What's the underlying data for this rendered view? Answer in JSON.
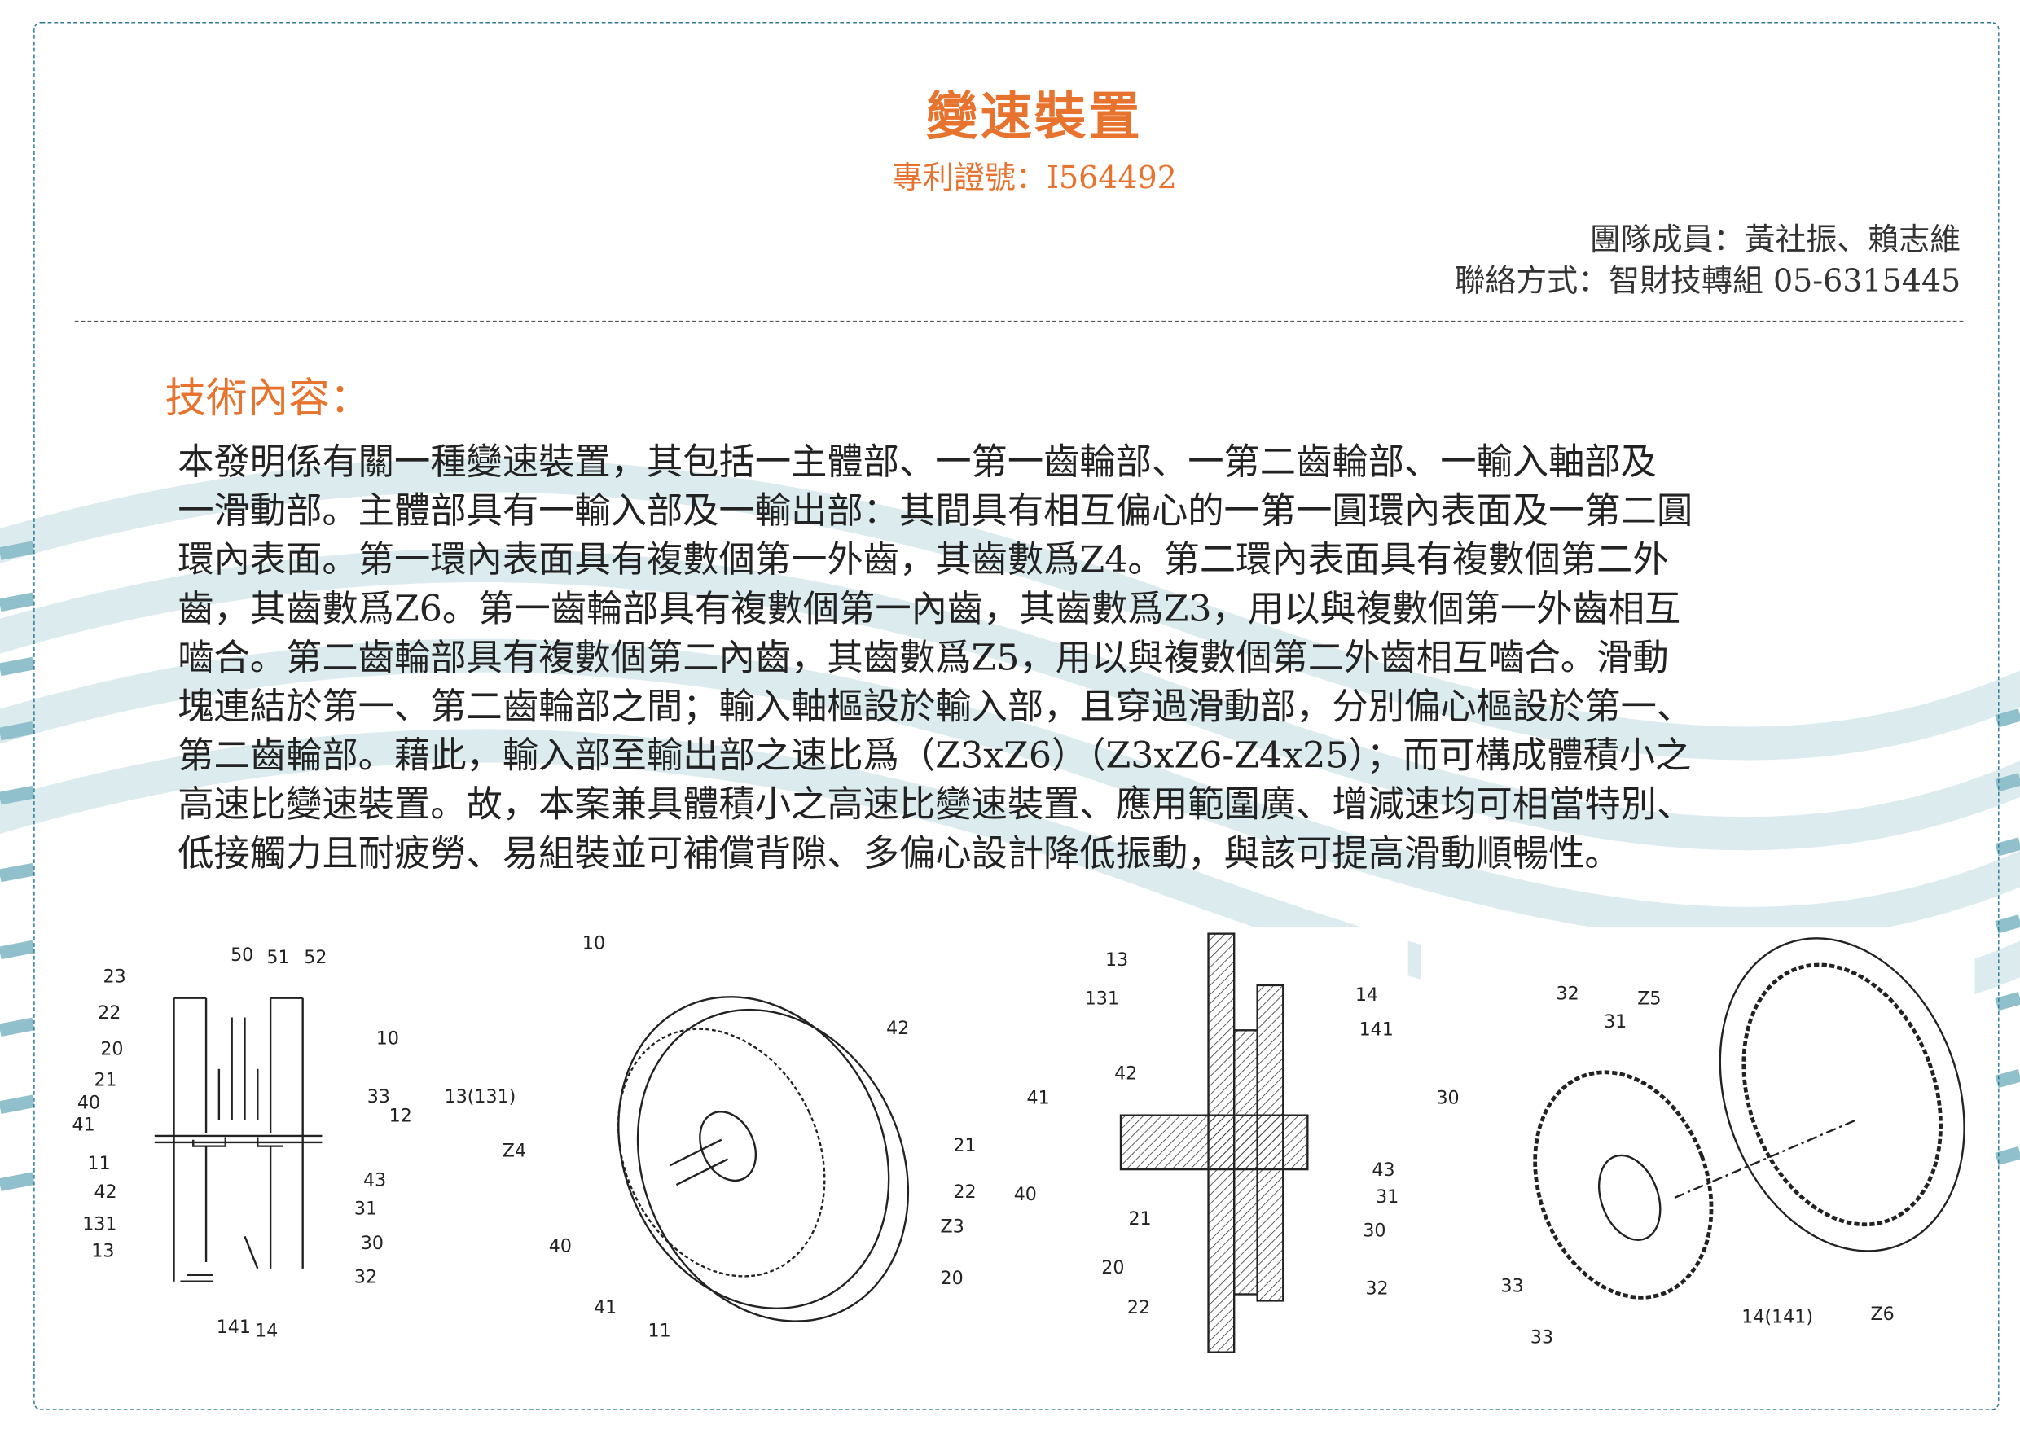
{
  "header": {
    "title": "變速裝置",
    "patent": "專利證號：I564492",
    "team": "團隊成員：黃社振、賴志維",
    "contact": "聯絡方式：智財技轉組 05-6315445"
  },
  "section": {
    "heading": "技術內容：",
    "lines": [
      "本發明係有關一種變速裝置，其包括一主體部、一第一齒輪部、一第二齒輪部、一輸入軸部及",
      "一滑動部。主體部具有一輸入部及一輸出部：其間具有相互偏心的一第一圓環內表面及一第二圓",
      "環內表面。第一環內表面具有複數個第一外齒，其齒數爲Z4。第二環內表面具有複數個第二外",
      "齒，其齒數爲Z6。第一齒輪部具有複數個第一內齒，其齒數爲Z3，用以與複數個第一外齒相互",
      "嚙合。第二齒輪部具有複數個第二內齒，其齒數爲Z5，用以與複數個第二外齒相互嚙合。滑動",
      "塊連結於第一、第二齒輪部之間；輸入軸樞設於輸入部，且穿過滑動部，分別偏心樞設於第一、",
      "第二齒輪部。藉此，輸入部至輸出部之速比爲（Z3xZ6）（Z3xZ6-Z4x25）；而可構成體積小之",
      "高速比變速裝置。故，本案兼具體積小之高速比變速裝置、應用範圍廣、增減速均可相當特別、",
      "低接觸力且耐疲勞、易組裝並可補償背隙、多偏心設計降低振動，與該可提高滑動順暢性。"
    ]
  },
  "figures": [
    {
      "labels": [
        "50",
        "51",
        "52",
        "23",
        "22",
        "20",
        "21",
        "40",
        "41",
        "11",
        "42",
        "131",
        "13",
        "10",
        "33",
        "12",
        "43",
        "31",
        "30",
        "32",
        "141",
        "14"
      ]
    },
    {
      "labels": [
        "10",
        "42",
        "13(131)",
        "Z4",
        "21",
        "22",
        "Z3",
        "20",
        "40",
        "41",
        "11"
      ]
    },
    {
      "labels": [
        "13",
        "131",
        "14",
        "141",
        "42",
        "41",
        "43",
        "31",
        "40",
        "21",
        "30",
        "20",
        "32",
        "22"
      ]
    },
    {
      "labels": [
        "32",
        "Z5",
        "31",
        "30",
        "33",
        "33",
        "14(141)",
        "Z6"
      ]
    }
  ],
  "colors": {
    "accent": "#e8732f",
    "border": "#2f7a93",
    "wave": "#cfe4e8"
  }
}
